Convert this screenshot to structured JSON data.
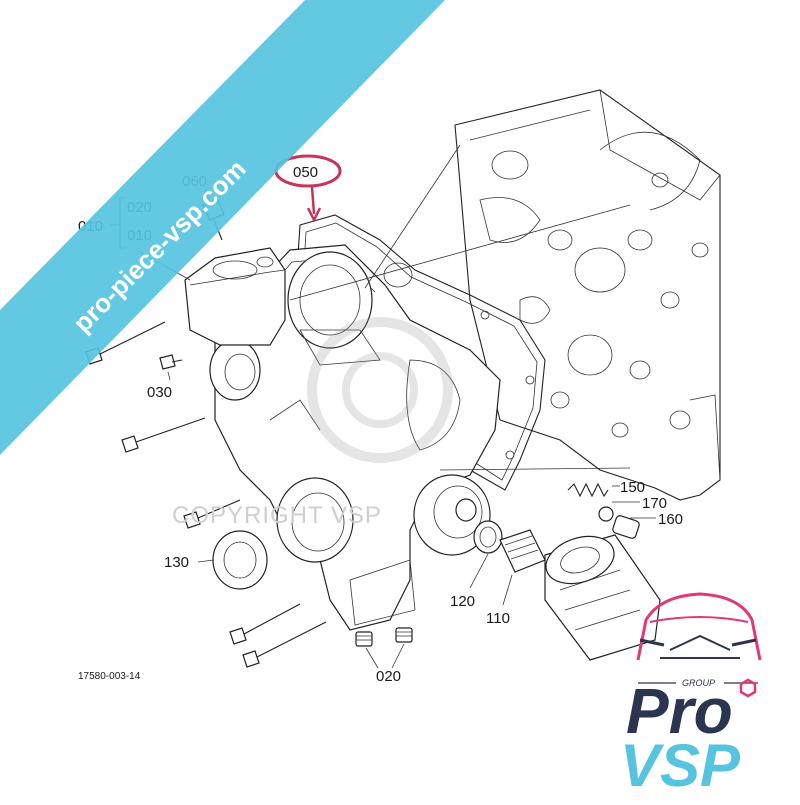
{
  "watermark": {
    "text": "pro-piece-vsp.com",
    "color": "#56c3df"
  },
  "copyright_text": "COPYRIGHT VSP",
  "highlight": {
    "label": "050",
    "color": "#c7345a"
  },
  "callouts": {
    "assembly": "010",
    "sub_a": "020",
    "sub_b": "010",
    "bolt_top": "060",
    "pin": "030",
    "seal": "130",
    "filter_bolt": "110",
    "o_ring": "120",
    "spring": "150",
    "ball": "170",
    "plug": "160",
    "drain_plugs": "020"
  },
  "drawing_ref": "17580-003-14",
  "logo": {
    "group": "GROUP",
    "pro": "Pro",
    "vsp": "VSP",
    "pink": "#e2387a",
    "navy": "#2b3550",
    "cyan": "#56c3df"
  }
}
